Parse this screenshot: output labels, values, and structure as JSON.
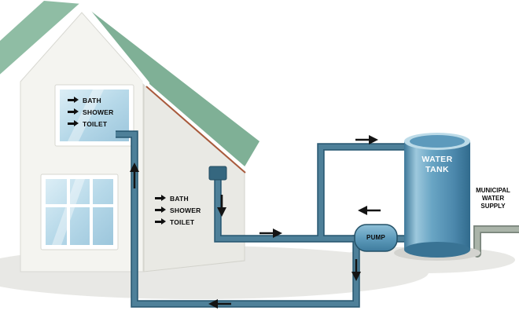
{
  "diagram": {
    "upper_fixtures": [
      "BATH",
      "SHOWER",
      "TOILET"
    ],
    "lower_fixtures": [
      "BATH",
      "SHOWER",
      "TOILET"
    ],
    "tank_label_lines": [
      "WATER",
      "TANK"
    ],
    "pump_label": "PUMP",
    "municipal_label_lines": [
      "MUNICIPAL",
      "WATER",
      "SUPPLY"
    ]
  },
  "colors": {
    "roof-light": "#8fbda4",
    "roof-dark": "#7fb096",
    "wall-front": "#f4f4f0",
    "wall-side": "#e9e9e4",
    "pipe-core": "#4e8099",
    "pipe-edge": "#2d5d76",
    "tank-main": "#5b9abe",
    "window-glass": "#b9daea",
    "arrow": "#141414"
  }
}
